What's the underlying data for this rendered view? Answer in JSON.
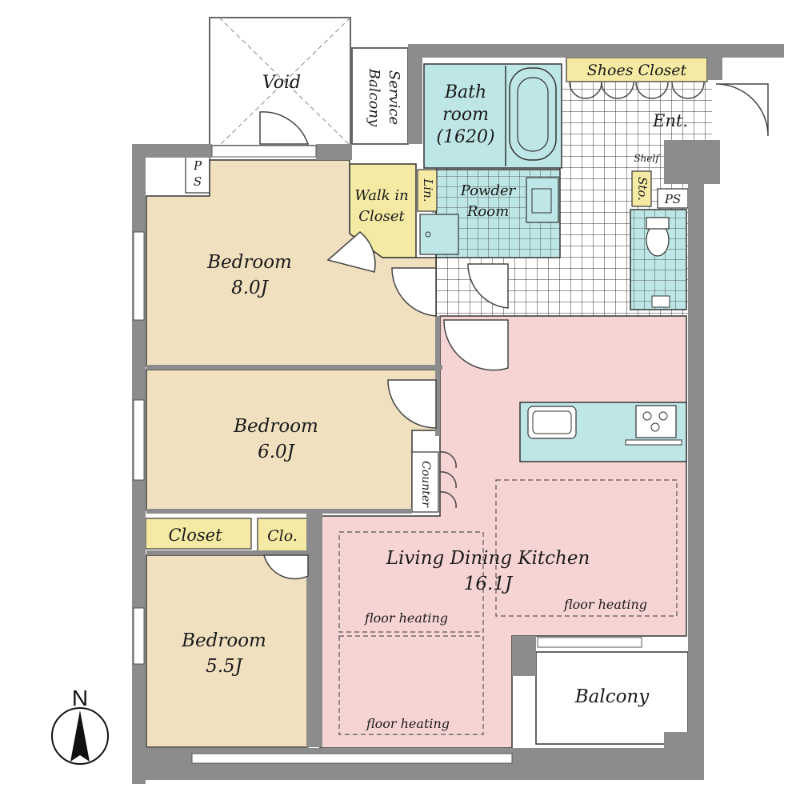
{
  "plan": {
    "rooms": {
      "void": "Void",
      "service_balcony_1": "Service",
      "service_balcony_2": "Balcony",
      "bath_1": "Bath",
      "bath_2": "room",
      "bath_3": "(1620)",
      "shoes_closet": "Shoes Closet",
      "entrance": "Ent.",
      "shelf": "Shelf",
      "ps_top_left_1": "P",
      "ps_top_left_2": "S",
      "walk_in_closet_1": "Walk in",
      "walk_in_closet_2": "Closet",
      "linen": "Lin.",
      "powder_room_1": "Powder",
      "powder_room_2": "Room",
      "storage": "Sto.",
      "ps_right": "PS",
      "bedroom1_name": "Bedroom",
      "bedroom1_size": "8.0J",
      "bedroom2_name": "Bedroom",
      "bedroom2_size": "6.0J",
      "bedroom3_name": "Bedroom",
      "bedroom3_size": "5.5J",
      "closet": "Closet",
      "clo": "Clo.",
      "counter": "Counter",
      "ldk_name": "Living Dining Kitchen",
      "ldk_size": "16.1J",
      "floor_heating_1": "floor heating",
      "floor_heating_2": "floor heating",
      "floor_heating_3": "floor heating",
      "balcony": "Balcony",
      "north": "N"
    },
    "colors": {
      "bedroom": "#f0e0c0",
      "ldk": "#f7d4d4",
      "wet": "#bfe6e6",
      "closet": "#f4eaa4",
      "wall": "#8c8c8c"
    }
  }
}
